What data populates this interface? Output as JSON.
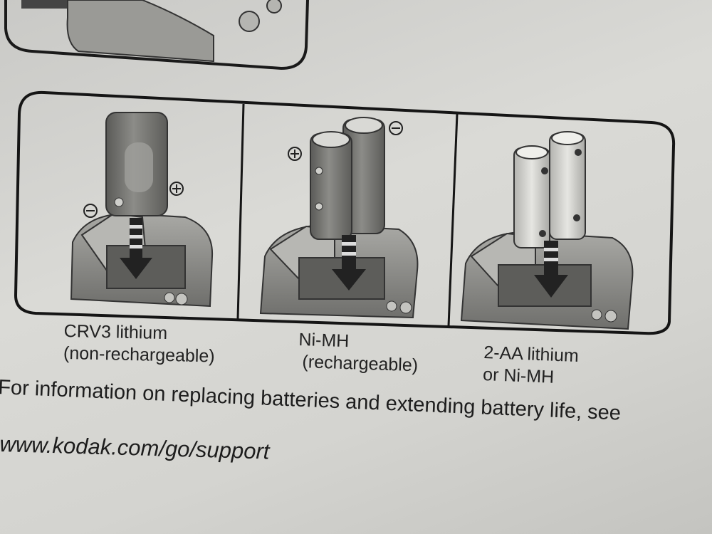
{
  "illustrations": [
    {
      "battery": "CRV3 lithium (non-rechargeable)",
      "polarity": [
        "minus",
        "plus"
      ]
    },
    {
      "battery": "Ni-MH (rechargeable)",
      "polarity": [
        "plus",
        "minus"
      ]
    },
    {
      "battery": "2-AA lithium or Ni-MH",
      "polarity": []
    }
  ],
  "captions": [
    {
      "line1": "CRV3 lithium",
      "line2": "(non-rechargeable)"
    },
    {
      "line1": "Ni-MH",
      "line2": "(rechargeable)"
    },
    {
      "line1": "2-AA lithium",
      "line2": "or Ni-MH"
    }
  ],
  "info_text": "For information on replacing batteries and extending battery life, see",
  "url_text": "www.kodak.com/go/support"
}
